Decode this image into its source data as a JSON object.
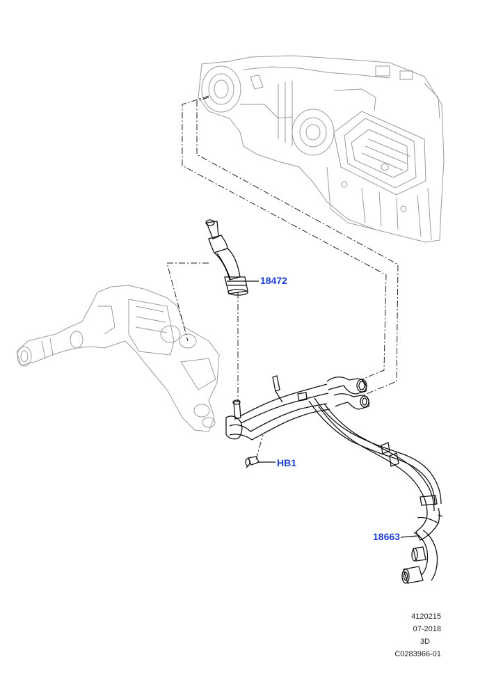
{
  "callouts": {
    "c18472": "18472",
    "hb1": "HB1",
    "c18663": "18663"
  },
  "footer": {
    "line1": "4120215",
    "line2": "07-2018",
    "line3": "3D",
    "line4": "C0283966-01"
  },
  "colors": {
    "callout": "#1f3fd6",
    "part_line": "#111111",
    "context_line": "#9a9a9a"
  }
}
